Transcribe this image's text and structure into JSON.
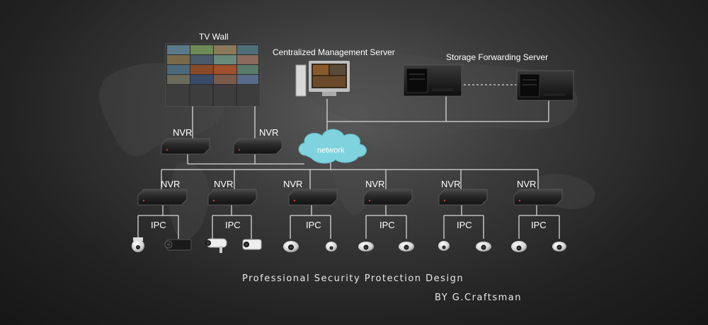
{
  "labels": {
    "tv_wall": "TV Wall",
    "cms": "Centralized Management Server",
    "storage": "Storage Forwarding Server",
    "network": "network",
    "nvr": "NVR",
    "ipc": "IPC"
  },
  "footer": {
    "line1": "Professional Security Protection Design",
    "line2": "BY G.Craftsman"
  },
  "colors": {
    "line": "#d8d8d8",
    "cloud": "#7fd3df",
    "device": "#222222"
  },
  "camera_groups": [
    {
      "left": "ptz-dome",
      "right": "box-camera"
    },
    {
      "left": "bullet-camera",
      "right": "bullet-camera"
    },
    {
      "left": "dome-camera",
      "right": "dome-camera"
    },
    {
      "left": "dome-camera",
      "right": "dome-camera"
    },
    {
      "left": "dome-camera",
      "right": "dome-camera"
    },
    {
      "left": "dome-camera",
      "right": "dome-camera"
    }
  ]
}
